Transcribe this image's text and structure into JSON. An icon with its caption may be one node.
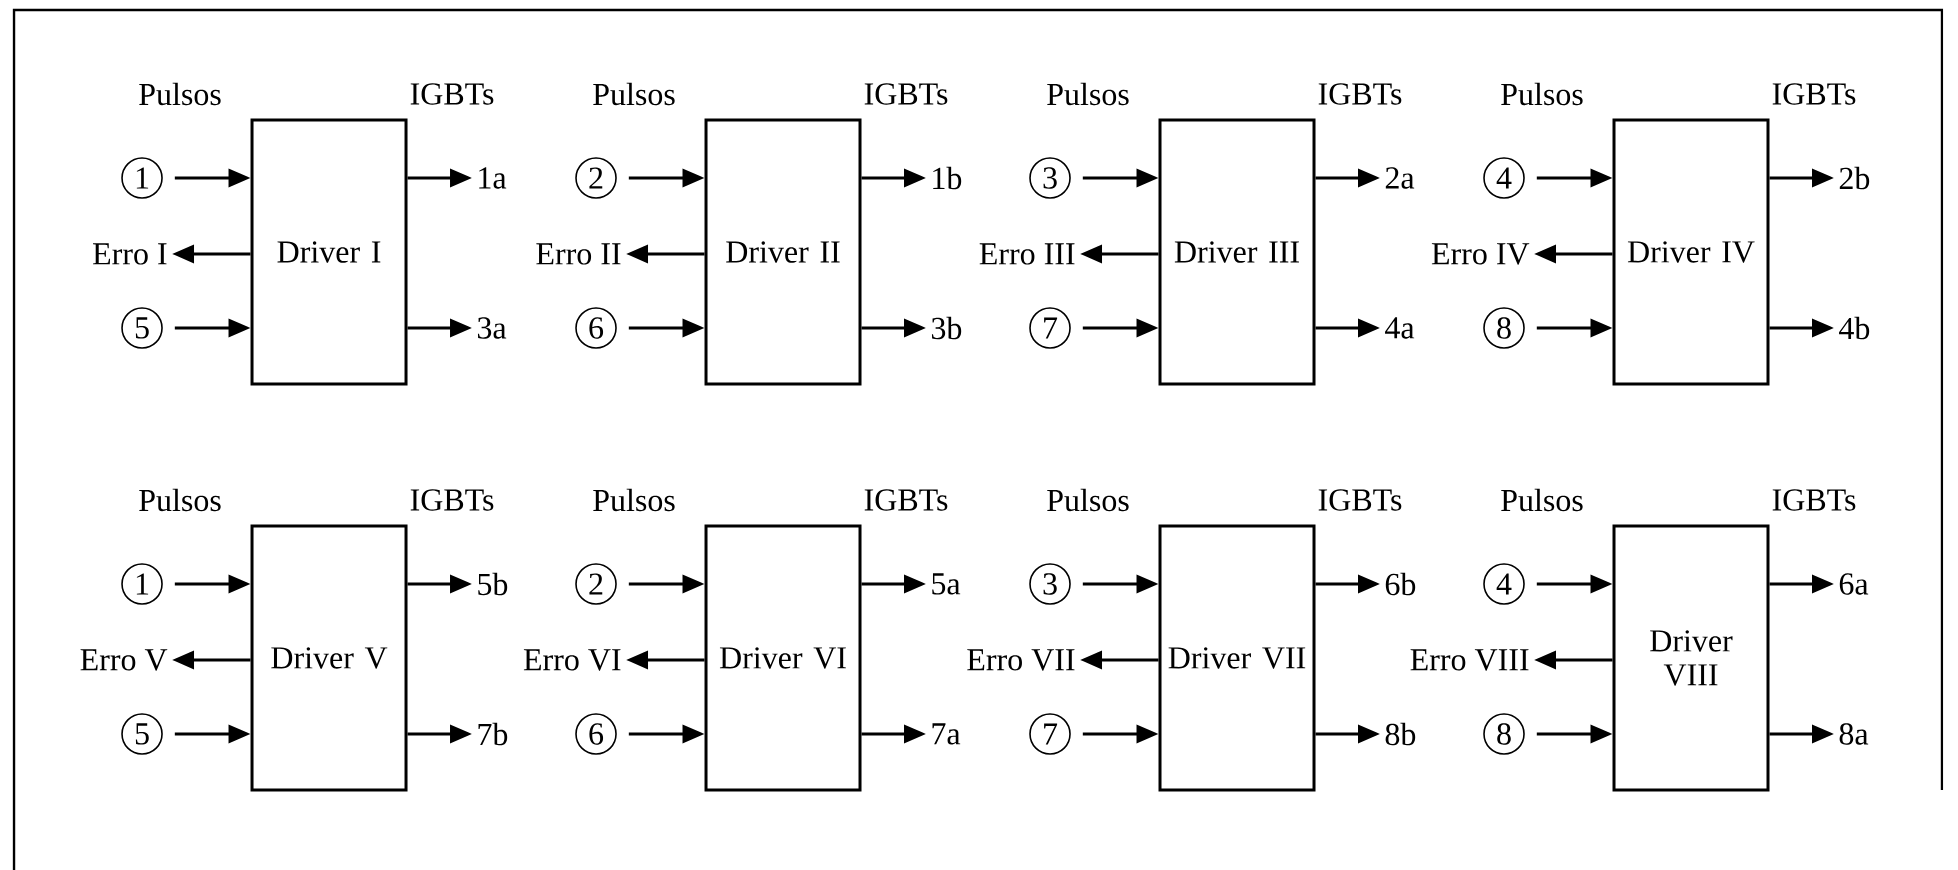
{
  "diagram": {
    "nodes": [
      {
        "text": [
          "Driver I"
        ]
      },
      {
        "text": [
          "1"
        ]
      },
      {
        "text": [
          "5"
        ]
      },
      {
        "text": [
          "Erro I"
        ]
      },
      {
        "text": [
          "1a"
        ]
      },
      {
        "text": [
          "3a"
        ]
      },
      {
        "text": [
          "Driver II"
        ]
      },
      {
        "text": [
          "2"
        ]
      },
      {
        "text": [
          "6"
        ]
      },
      {
        "text": [
          "Erro II"
        ]
      },
      {
        "text": [
          "1b"
        ]
      },
      {
        "text": [
          "3b"
        ]
      },
      {
        "text": [
          "Driver III"
        ]
      },
      {
        "text": [
          "3"
        ]
      },
      {
        "text": [
          "7"
        ]
      },
      {
        "text": [
          "Erro III"
        ]
      },
      {
        "text": [
          "2a"
        ]
      },
      {
        "text": [
          "4a"
        ]
      },
      {
        "text": [
          "Driver IV"
        ]
      },
      {
        "text": [
          "4"
        ]
      },
      {
        "text": [
          "8"
        ]
      },
      {
        "text": [
          "Erro IV"
        ]
      },
      {
        "text": [
          "2b"
        ]
      },
      {
        "text": [
          "4b"
        ]
      },
      {
        "text": [
          "Driver V"
        ]
      },
      {
        "text": [
          "1"
        ]
      },
      {
        "text": [
          "5"
        ]
      },
      {
        "text": [
          "Erro V"
        ]
      },
      {
        "text": [
          "5b"
        ]
      },
      {
        "text": [
          "7b"
        ]
      },
      {
        "text": [
          "Driver VI"
        ]
      },
      {
        "text": [
          "2"
        ]
      },
      {
        "text": [
          "6"
        ]
      },
      {
        "text": [
          "Erro VI"
        ]
      },
      {
        "text": [
          "5a"
        ]
      },
      {
        "text": [
          "7a"
        ]
      },
      {
        "text": [
          "Driver VII"
        ]
      },
      {
        "text": [
          "3"
        ]
      },
      {
        "text": [
          "7"
        ]
      },
      {
        "text": [
          "Erro VII"
        ]
      },
      {
        "text": [
          "6b"
        ]
      },
      {
        "text": [
          "8b"
        ]
      },
      {
        "text": [
          "Driver VIII"
        ]
      },
      {
        "text": [
          "4"
        ]
      },
      {
        "text": [
          "8"
        ]
      },
      {
        "text": [
          "Erro VIII"
        ]
      },
      {
        "text": [
          "6a"
        ]
      },
      {
        "text": [
          "8a"
        ]
      }
    ],
    "edges": [
      {
        "from": 1,
        "to": 0,
        "arrow": "to"
      },
      {
        "from": 2,
        "to": 0,
        "arrow": "to"
      },
      {
        "from": 0,
        "to": 3,
        "arrow": "to"
      },
      {
        "from": 0,
        "to": 4,
        "arrow": "to"
      },
      {
        "from": 0,
        "to": 5,
        "arrow": "to"
      },
      {
        "from": 7,
        "to": 6,
        "arrow": "to"
      },
      {
        "from": 8,
        "to": 6,
        "arrow": "to"
      },
      {
        "from": 6,
        "to": 9,
        "arrow": "to"
      },
      {
        "from": 6,
        "to": 10,
        "arrow": "to"
      },
      {
        "from": 6,
        "to": 11,
        "arrow": "to"
      },
      {
        "from": 13,
        "to": 12,
        "arrow": "to"
      },
      {
        "from": 14,
        "to": 12,
        "arrow": "to"
      },
      {
        "from": 12,
        "to": 15,
        "arrow": "to"
      },
      {
        "from": 12,
        "to": 16,
        "arrow": "to"
      },
      {
        "from": 12,
        "to": 17,
        "arrow": "to"
      },
      {
        "from": 19,
        "to": 18,
        "arrow": "to"
      },
      {
        "from": 20,
        "to": 18,
        "arrow": "to"
      },
      {
        "from": 18,
        "to": 21,
        "arrow": "to"
      },
      {
        "from": 18,
        "to": 22,
        "arrow": "to"
      },
      {
        "from": 18,
        "to": 23,
        "arrow": "to"
      },
      {
        "from": 25,
        "to": 24,
        "arrow": "to"
      },
      {
        "from": 26,
        "to": 24,
        "arrow": "to"
      },
      {
        "from": 24,
        "to": 27,
        "arrow": "to"
      },
      {
        "from": 24,
        "to": 28,
        "arrow": "to"
      },
      {
        "from": 24,
        "to": 29,
        "arrow": "to"
      },
      {
        "from": 31,
        "to": 30,
        "arrow": "to"
      },
      {
        "from": 32,
        "to": 30,
        "arrow": "to"
      },
      {
        "from": 30,
        "to": 33,
        "arrow": "to"
      },
      {
        "from": 30,
        "to": 34,
        "arrow": "to"
      },
      {
        "from": 30,
        "to": 35,
        "arrow": "to"
      },
      {
        "from": 37,
        "to": 36,
        "arrow": "to"
      },
      {
        "from": 38,
        "to": 36,
        "arrow": "to"
      },
      {
        "from": 36,
        "to": 39,
        "arrow": "to"
      },
      {
        "from": 36,
        "to": 40,
        "arrow": "to"
      },
      {
        "from": 36,
        "to": 41,
        "arrow": "to"
      },
      {
        "from": 43,
        "to": 42,
        "arrow": "to"
      },
      {
        "from": 44,
        "to": 42,
        "arrow": "to"
      },
      {
        "from": 42,
        "to": 45,
        "arrow": "to"
      },
      {
        "from": 42,
        "to": 46,
        "arrow": "to"
      },
      {
        "from": 42,
        "to": 47,
        "arrow": "to"
      }
    ],
    "labels": [
      "Pulsos",
      "IGBTs",
      "Pulsos",
      "IGBTs",
      "Pulsos",
      "IGBTs",
      "Pulsos",
      "IGBTs",
      "Pulsos",
      "IGBTs",
      "Pulsos",
      "IGBTs",
      "Pulsos",
      "IGBTs",
      "Pulsos",
      "IGBTs"
    ]
  }
}
